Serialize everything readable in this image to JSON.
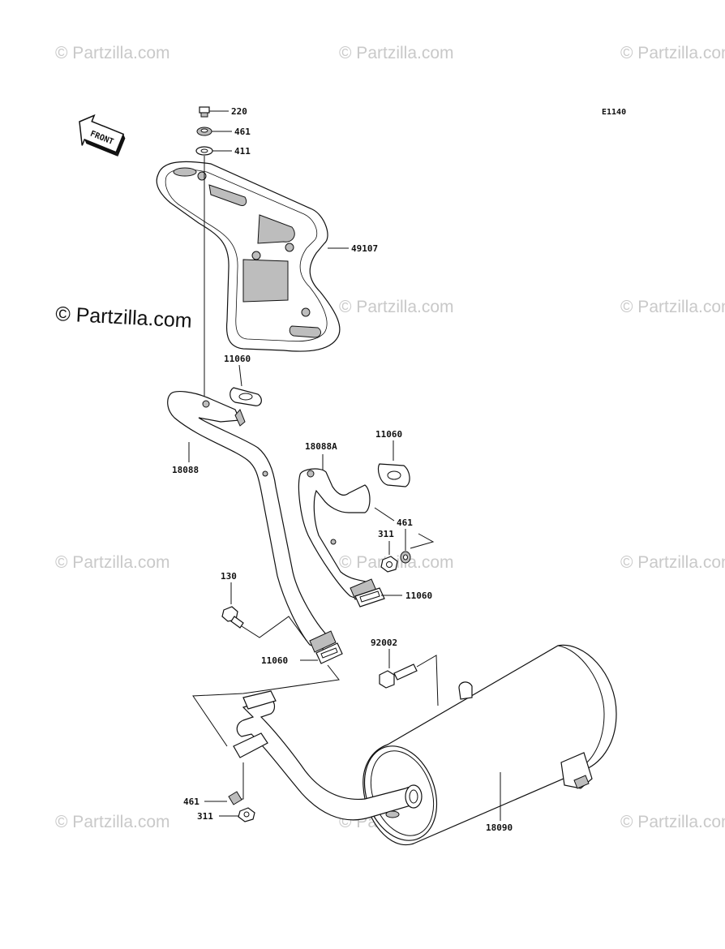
{
  "diagram": {
    "ref_code": "E1140",
    "front_label": "FRONT",
    "watermark": "© Partzilla.com",
    "callouts": {
      "c220": "220",
      "c461_top": "461",
      "c411": "411",
      "c49107": "49107",
      "c11060_a": "11060",
      "c18088": "18088",
      "c18088A": "18088A",
      "c11060_b": "11060",
      "c461_mid": "461",
      "c311_mid": "311",
      "c11060_c": "11060",
      "c130": "130",
      "c11060_d": "11060",
      "c92002": "92002",
      "c461_bot": "461",
      "c311_bot": "311",
      "c18090": "18090"
    }
  }
}
